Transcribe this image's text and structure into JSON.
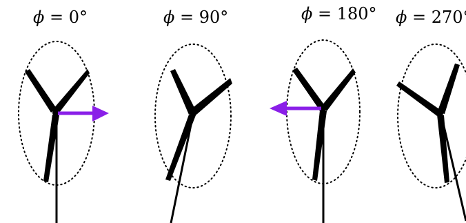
{
  "colors": {
    "background": "#ffffff",
    "ink": "#000000",
    "arrow": "#8a1fe8"
  },
  "panels": [
    {
      "label": "ϕ = 0°",
      "phase_deg": 0,
      "arrow": "right"
    },
    {
      "label": "ϕ = 90°",
      "phase_deg": 90,
      "arrow": "none"
    },
    {
      "label": "ϕ = 180°",
      "phase_deg": 180,
      "arrow": "left"
    },
    {
      "label": "ϕ = 270°",
      "phase_deg": 270,
      "arrow": "none"
    }
  ]
}
